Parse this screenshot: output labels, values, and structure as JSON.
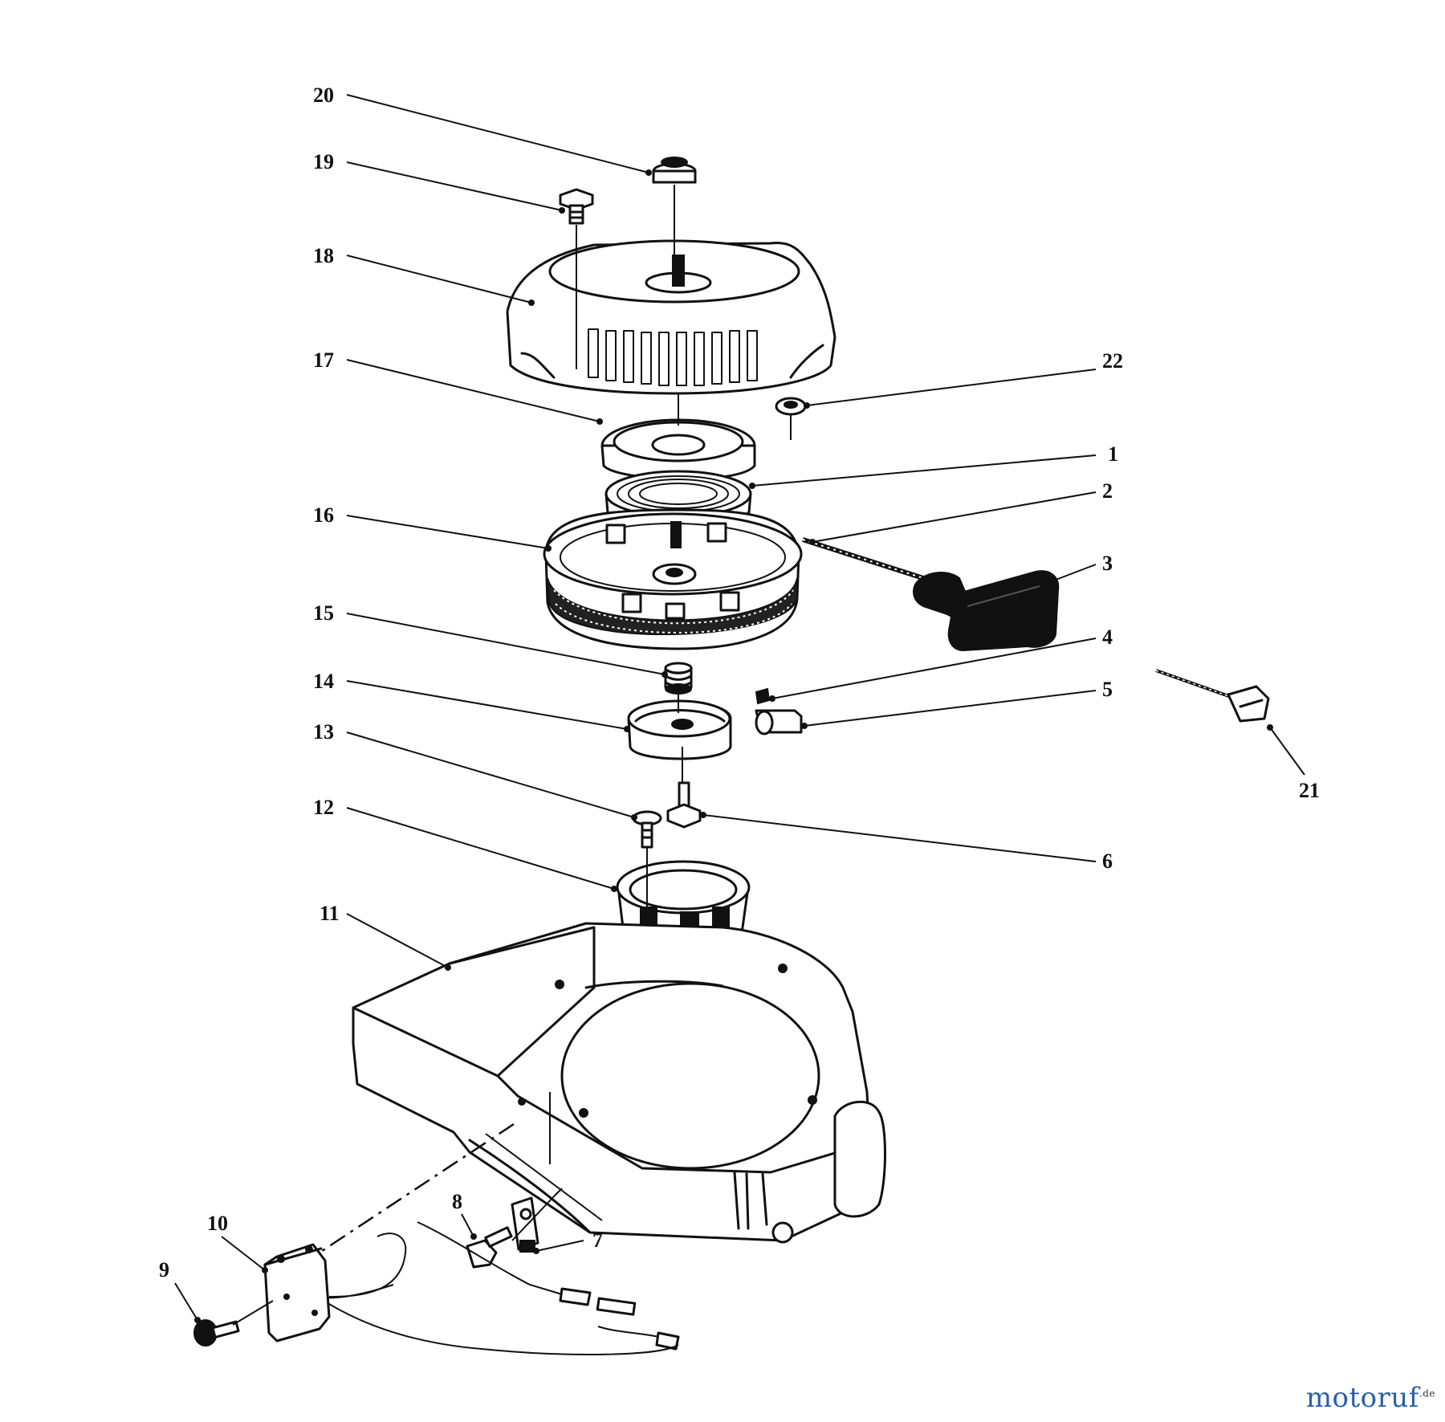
{
  "callouts": [
    "1",
    "2",
    "3",
    "4",
    "5",
    "6",
    "7",
    "8",
    "9",
    "10",
    "11",
    "12",
    "13",
    "14",
    "15",
    "16",
    "17",
    "18",
    "19",
    "20",
    "21",
    "22"
  ],
  "watermark": {
    "text": "motoruf",
    "suffix": ".de"
  }
}
